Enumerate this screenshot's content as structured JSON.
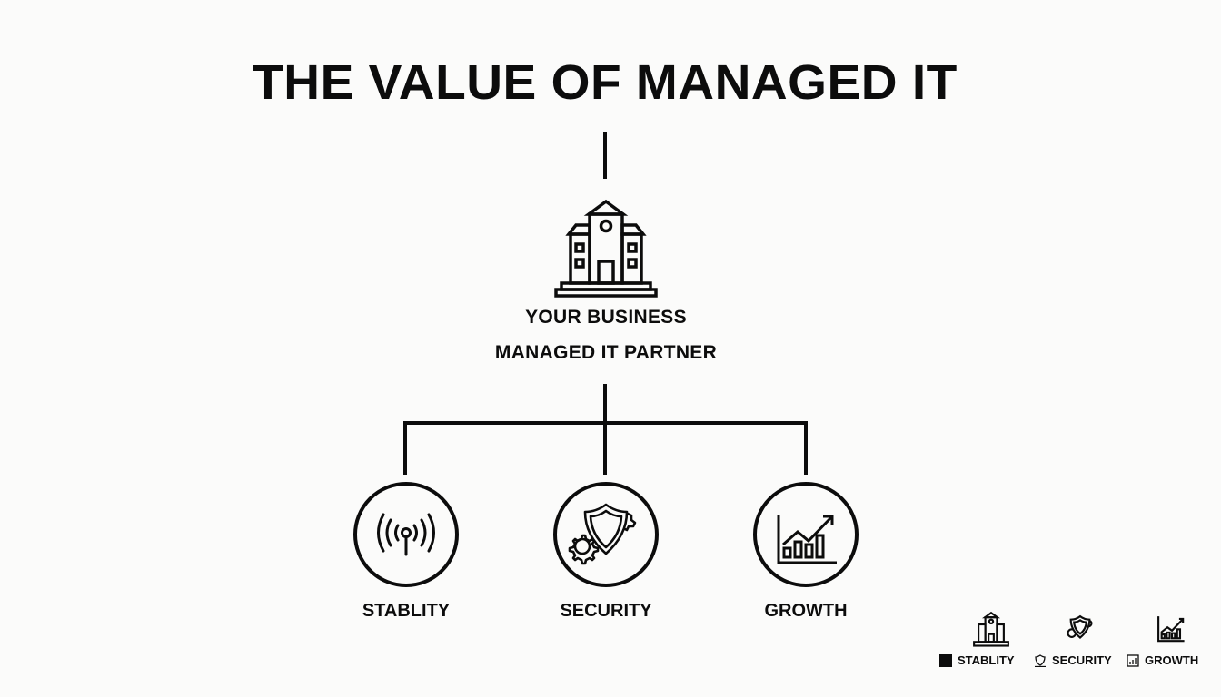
{
  "title": "THE VALUE OF MANAGED IT",
  "center": {
    "icon": "building-icon",
    "line1": "YOUR BUSINESS",
    "line2": "MANAGED IT PARTNER"
  },
  "nodes": [
    {
      "label": "STABLITY",
      "icon": "signal-antenna-icon"
    },
    {
      "label": "SECURITY",
      "icon": "shield-gears-icon"
    },
    {
      "label": "GROWTH",
      "icon": "growth-chart-icon"
    }
  ],
  "legend": {
    "items": [
      {
        "label": "STABLITY",
        "swatch": "filled-square"
      },
      {
        "label": "SECURITY",
        "swatch": "shield-icon"
      },
      {
        "label": "GROWTH",
        "swatch": "chart-icon"
      }
    ]
  },
  "colors": {
    "ink": "#0c0c0c",
    "background": "#fbfbfa"
  }
}
